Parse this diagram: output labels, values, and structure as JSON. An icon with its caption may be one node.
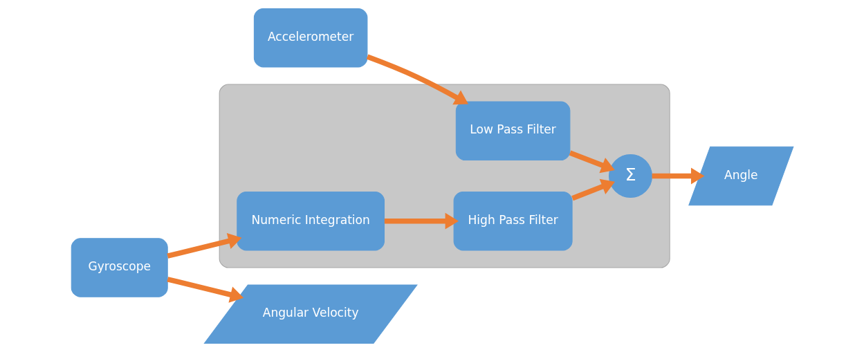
{
  "diagram": {
    "nodes": [
      {
        "text": [
          "Accelerometer"
        ]
      },
      {
        "text": [],
        "shape": "box"
      },
      {
        "text": [
          "Low Pass Filter"
        ],
        "in": 1
      },
      {
        "text": [
          "Σ"
        ],
        "in": 1
      },
      {
        "text": [
          "Angle"
        ]
      },
      {
        "text": [
          "Numeric Integration"
        ],
        "in": 1
      },
      {
        "text": [
          "High Pass Filter"
        ],
        "in": 1
      },
      {
        "text": [
          "Angular Velocity"
        ]
      },
      {
        "text": [
          "Gyroscope"
        ]
      }
    ],
    "edges": [
      {
        "from": 0,
        "to": 2,
        "arrow": "to"
      },
      {
        "from": 2,
        "to": 3,
        "arrow": "to"
      },
      {
        "from": 3,
        "to": 4,
        "arrow": "to"
      },
      {
        "from": 8,
        "to": 5,
        "arrow": "to"
      },
      {
        "from": 5,
        "to": 6,
        "arrow": "to"
      },
      {
        "from": 6,
        "to": 3,
        "arrow": "to"
      },
      {
        "from": 8,
        "to": 7,
        "arrow": "to"
      }
    ]
  }
}
